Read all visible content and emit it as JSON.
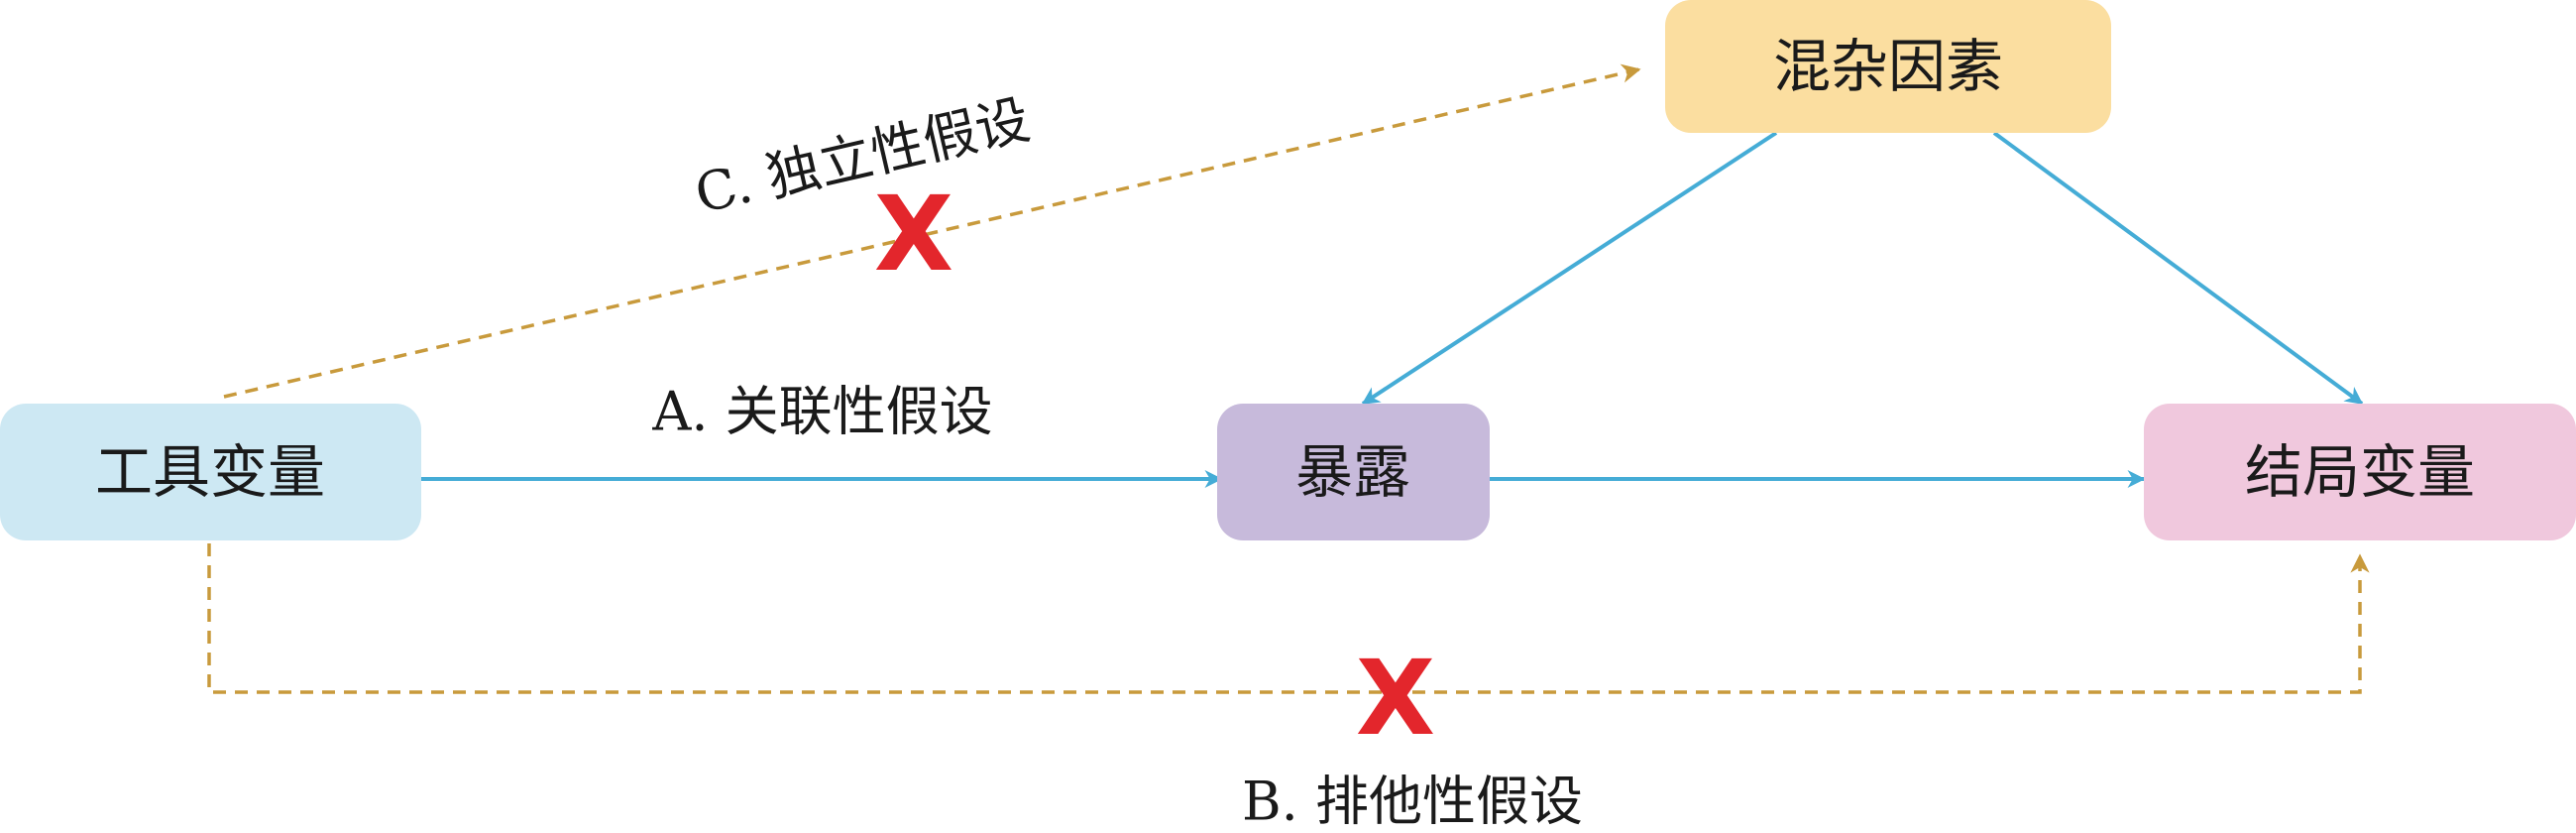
{
  "nodes": {
    "confounder": {
      "label": "混杂因素",
      "color": "#fbdea0"
    },
    "instrument": {
      "label": "工具变量",
      "color": "#cde8f3"
    },
    "exposure": {
      "label": "暴露",
      "color": "#c7badb"
    },
    "outcome": {
      "label": "结局变量",
      "color": "#f0c8dd"
    }
  },
  "edges": {
    "relevance_label": "A. 关联性假设",
    "exclusion_label": "B. 排他性假设",
    "independence_label": "C. 独立性假设",
    "cross_mark": "X"
  },
  "colors": {
    "solid_arrow": "#45acd6",
    "dashed_arrow": "#c89a3c",
    "cross": "#e3262c"
  }
}
